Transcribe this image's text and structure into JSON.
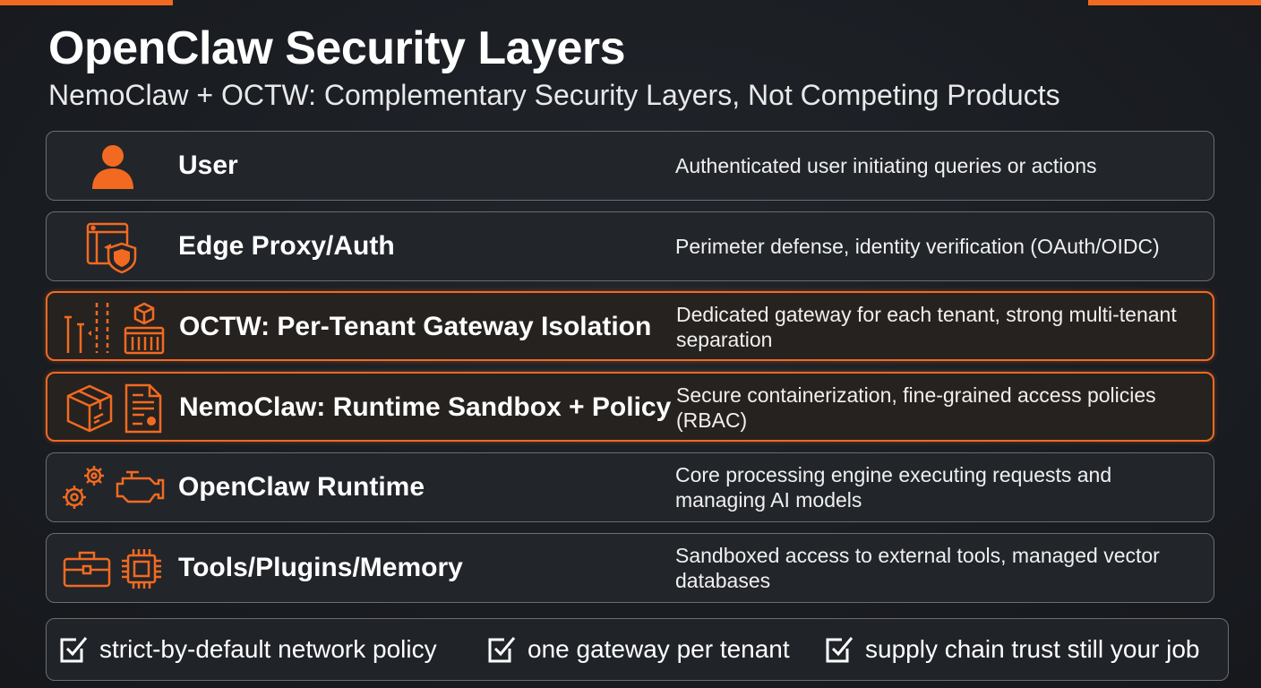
{
  "title": "OpenClaw Security Layers",
  "subtitle": "NemoClaw + OCTW: Complementary Security Layers, Not Competing Products",
  "colors": {
    "accent": "#f26a21",
    "background": "#1a1d22",
    "border": "#6a6e74"
  },
  "layers": [
    {
      "name": "User",
      "description": "Authenticated user initiating queries or actions",
      "icons": [
        "user-icon"
      ],
      "highlighted": false
    },
    {
      "name": "Edge Proxy/Auth",
      "description": "Perimeter defense, identity verification (OAuth/OIDC)",
      "icons": [
        "browser-shield-icon"
      ],
      "highlighted": false
    },
    {
      "name": "OCTW: Per-Tenant Gateway Isolation",
      "description": "Dedicated gateway for each tenant, strong multi-tenant separation",
      "icons": [
        "gateway-barrier-icon",
        "tenant-container-icon"
      ],
      "highlighted": true
    },
    {
      "name": "NemoClaw: Runtime Sandbox + Policy",
      "description": "Secure containerization, fine-grained access policies (RBAC)",
      "icons": [
        "package-box-icon",
        "policy-document-icon"
      ],
      "highlighted": true
    },
    {
      "name": "OpenClaw Runtime",
      "description": "Core processing engine executing requests and managing AI models",
      "icons": [
        "gears-icon",
        "engine-icon"
      ],
      "highlighted": false
    },
    {
      "name": "Tools/Plugins/Memory",
      "description": "Sandboxed access to external tools, managed vector databases",
      "icons": [
        "toolbox-icon",
        "chip-icon"
      ],
      "highlighted": false
    }
  ],
  "checklist": [
    "strict-by-default network policy",
    "one gateway per tenant",
    "supply chain trust still your job"
  ]
}
